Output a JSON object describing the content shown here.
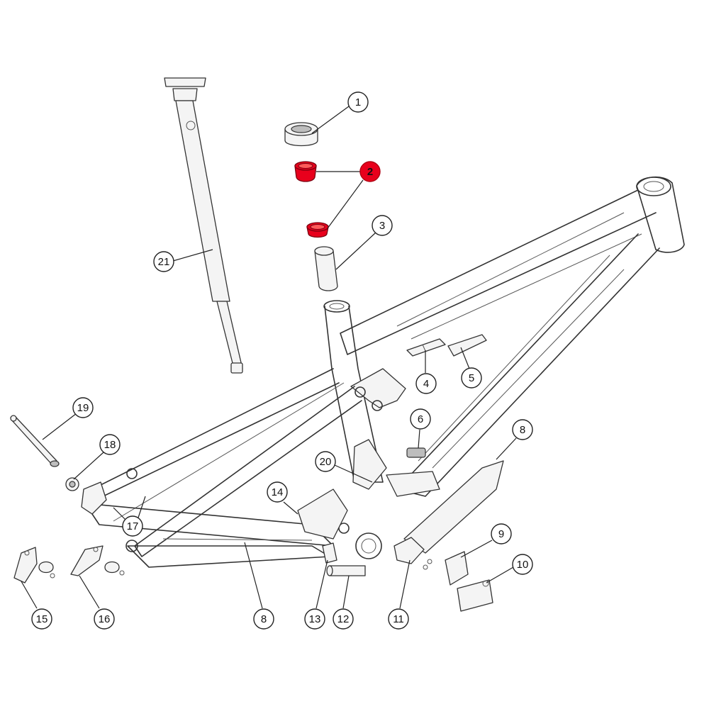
{
  "diagram": {
    "callouts": [
      {
        "id": "1",
        "label": "1"
      },
      {
        "id": "2",
        "label": "2",
        "highlighted": true
      },
      {
        "id": "3",
        "label": "3"
      },
      {
        "id": "4",
        "label": "4"
      },
      {
        "id": "5",
        "label": "5"
      },
      {
        "id": "6",
        "label": "6"
      },
      {
        "id": "8a",
        "label": "8"
      },
      {
        "id": "8b",
        "label": "8"
      },
      {
        "id": "9",
        "label": "9"
      },
      {
        "id": "10",
        "label": "10"
      },
      {
        "id": "11",
        "label": "11"
      },
      {
        "id": "12",
        "label": "12"
      },
      {
        "id": "13",
        "label": "13"
      },
      {
        "id": "14",
        "label": "14"
      },
      {
        "id": "15",
        "label": "15"
      },
      {
        "id": "16",
        "label": "16"
      },
      {
        "id": "17",
        "label": "17"
      },
      {
        "id": "18",
        "label": "18"
      },
      {
        "id": "19",
        "label": "19"
      },
      {
        "id": "20",
        "label": "20"
      },
      {
        "id": "21",
        "label": "21"
      }
    ],
    "colors": {
      "highlight": "#e8001c",
      "line": "#333333",
      "background": "#ffffff"
    }
  }
}
